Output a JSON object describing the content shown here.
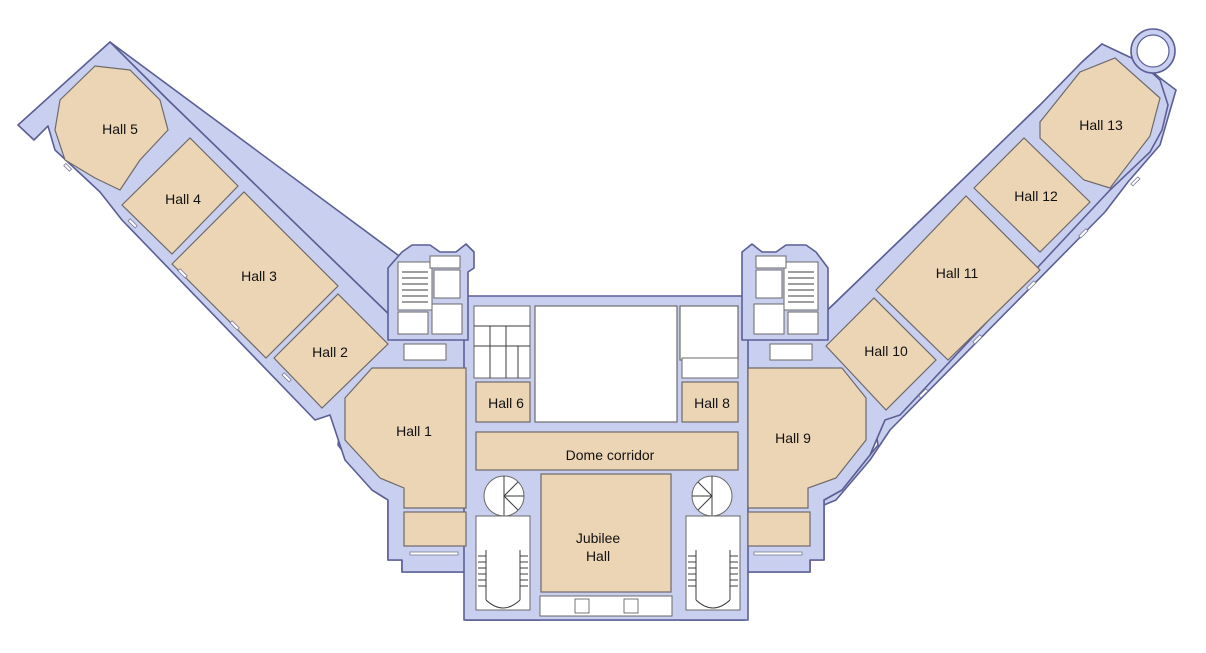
{
  "rooms": {
    "hall_1": "Hall 1",
    "hall_2": "Hall 2",
    "hall_3": "Hall 3",
    "hall_4": "Hall 4",
    "hall_5": "Hall 5",
    "hall_6": "Hall 6",
    "hall_8": "Hall 8",
    "hall_9": "Hall 9",
    "hall_10": "Hall 10",
    "hall_11": "Hall 11",
    "hall_12": "Hall 12",
    "hall_13": "Hall 13",
    "dome_corridor": "Dome corridor",
    "jubilee_hall_line1": "Jubilee",
    "jubilee_hall_line2": "Hall"
  },
  "colors": {
    "hall_fill": "#ecd5b5",
    "wall_fill": "#c9cfee",
    "wall_stroke": "#5b5f96"
  }
}
